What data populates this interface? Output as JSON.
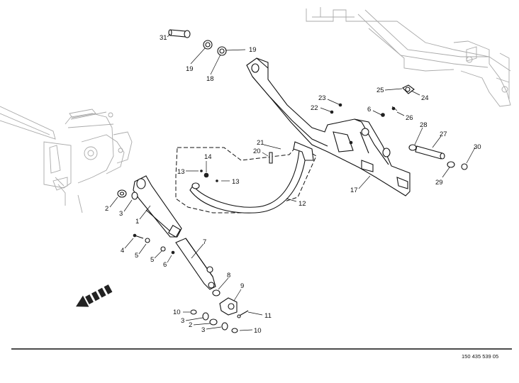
{
  "diagram": {
    "type": "exploded parts diagram",
    "doc_number": "150 435 539 05",
    "callouts": {
      "c31": "31",
      "c19a": "19",
      "c19b": "19",
      "c18": "18",
      "c25": "25",
      "c24": "24",
      "c23": "23",
      "c22": "22",
      "c6a": "6",
      "c26": "26",
      "c28": "28",
      "c27": "27",
      "c30": "30",
      "c29": "29",
      "c21": "21",
      "c20": "20",
      "c14": "14",
      "c13a": "13",
      "c13b": "13",
      "c12": "12",
      "c17": "17",
      "c2a": "2",
      "c3a": "3",
      "c1": "1",
      "c4": "4",
      "c5a": "5",
      "c5b": "5",
      "c6b": "6",
      "c7": "7",
      "c8": "8",
      "c9": "9",
      "c10a": "10",
      "c3b": "3",
      "c2b": "2",
      "c3c": "3",
      "c10b": "10",
      "c11": "11"
    }
  }
}
